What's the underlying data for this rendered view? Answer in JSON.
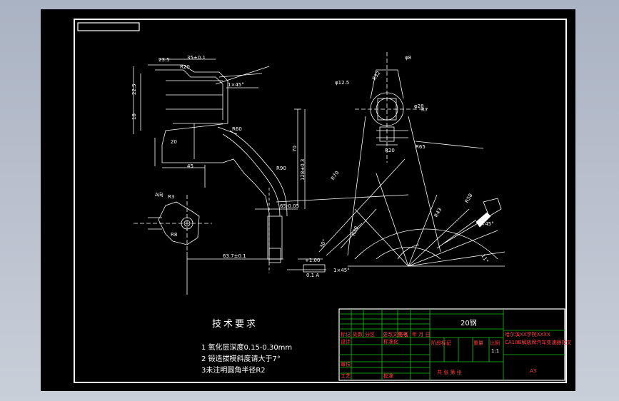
{
  "drawing": {
    "dimensions": {
      "d1": "23.5",
      "d2": "35±0.1",
      "d3": "22.5",
      "d4": "18",
      "d5": "20",
      "d6": "45",
      "d7": "70",
      "d8": "128±0.3",
      "d9": "65-0.05",
      "d10": "63.7±0.1",
      "d11": "R90",
      "d12": "R60",
      "d13": "R20",
      "d14": "1×45°",
      "d15": "1×45°",
      "d16": "φ12.5",
      "d17": "R65",
      "d18": "R32",
      "d19": "R20",
      "d20": "R7",
      "d21": "R43",
      "d22": "R70",
      "d23": "R30",
      "d24": "R58",
      "d25": "30°",
      "d26": "11°",
      "d27": "φ8",
      "d28": "φ28",
      "d29": "1×45°",
      "d30": "0.1 A",
      "d31": "R3",
      "d32": "R8",
      "d33": "+1.00"
    },
    "view_a": "A向",
    "notes": [
      "技术要求",
      "1 氧化层深度0.15-0.30mm",
      "2 锻造拔模斜度请大于7°",
      "3未注明圆角半径R2"
    ]
  },
  "titleblock": {
    "material": "20钢",
    "org": "哈尔滨XX学院XXXX",
    "part": "CA10B解放牌汽车变速器拨叉",
    "scale_h": "比例",
    "scale": "1:1",
    "weight_h": "重量",
    "stage_h": "阶段标记",
    "sheet_size": "A3",
    "rows": [
      "标记",
      "处数",
      "分区",
      "更改文件号",
      "签名",
      "年 月 日"
    ],
    "design": "设计",
    "std": "标准化",
    "check": "审核",
    "process": "工艺",
    "approve": "批准",
    "total": "共 张 第 张"
  }
}
